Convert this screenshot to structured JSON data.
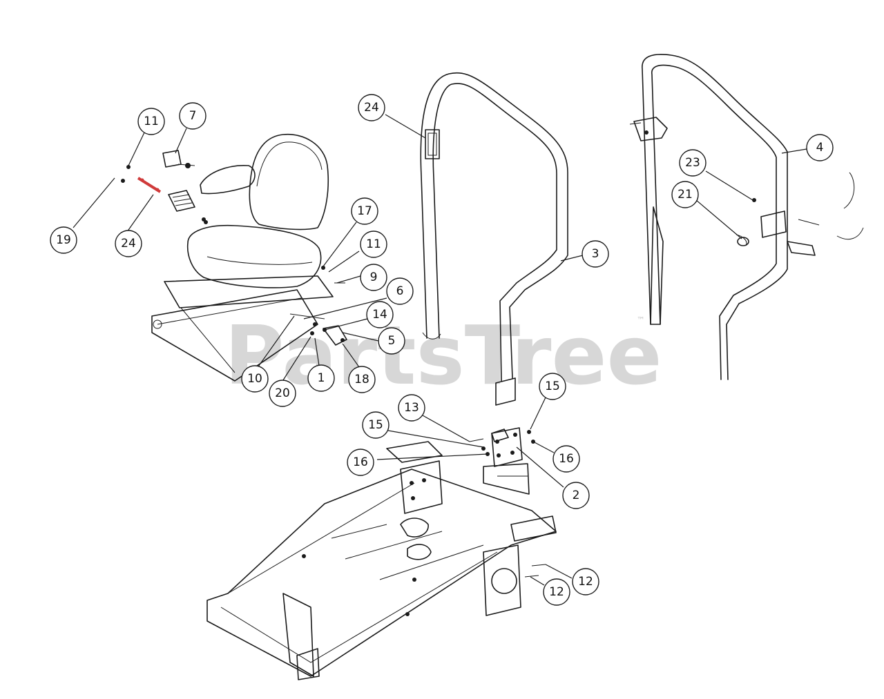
{
  "watermark": {
    "text": "PartsTree",
    "trademark": "™",
    "color": "#d7d7d7"
  },
  "highlight_color": "#d03a3a",
  "callouts": [
    {
      "id": "c1",
      "label": "1"
    },
    {
      "id": "c2",
      "label": "2"
    },
    {
      "id": "c3",
      "label": "3"
    },
    {
      "id": "c4",
      "label": "4"
    },
    {
      "id": "c5",
      "label": "5"
    },
    {
      "id": "c6",
      "label": "6"
    },
    {
      "id": "c7",
      "label": "7"
    },
    {
      "id": "c9",
      "label": "9"
    },
    {
      "id": "c10",
      "label": "10"
    },
    {
      "id": "c11a",
      "label": "11"
    },
    {
      "id": "c11b",
      "label": "11"
    },
    {
      "id": "c12a",
      "label": "12"
    },
    {
      "id": "c12b",
      "label": "12"
    },
    {
      "id": "c13",
      "label": "13"
    },
    {
      "id": "c14",
      "label": "14"
    },
    {
      "id": "c15a",
      "label": "15"
    },
    {
      "id": "c15b",
      "label": "15"
    },
    {
      "id": "c16a",
      "label": "16"
    },
    {
      "id": "c16b",
      "label": "16"
    },
    {
      "id": "c17",
      "label": "17"
    },
    {
      "id": "c18",
      "label": "18"
    },
    {
      "id": "c19",
      "label": "19"
    },
    {
      "id": "c20",
      "label": "20"
    },
    {
      "id": "c21",
      "label": "21"
    },
    {
      "id": "c23",
      "label": "23"
    },
    {
      "id": "c24a",
      "label": "24"
    },
    {
      "id": "c24b",
      "label": "24"
    }
  ]
}
